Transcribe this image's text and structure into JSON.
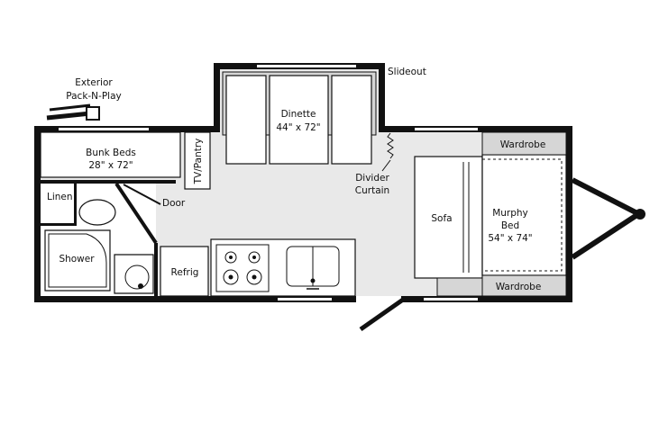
{
  "labels": {
    "exterior_line1": "Exterior",
    "exterior_line2": "Pack-N-Play",
    "slideout": "Slideout",
    "dinette": "Dinette",
    "dinette_size": "44\" x 72\"",
    "bunk": "Bunk Beds",
    "bunk_size": "28\" x 72\"",
    "tv_pantry": "TV/Pantry",
    "linen": "Linen",
    "door": "Door",
    "divider_line1": "Divider",
    "divider_line2": "Curtain",
    "shower": "Shower",
    "refrig": "Refrig",
    "sofa": "Sofa",
    "murphy_line1": "Murphy",
    "murphy_line2": "Bed",
    "murphy_size": "54\" x 74\"",
    "wardrobe_top": "Wardrobe",
    "wardrobe_bottom": "Wardrobe"
  },
  "colors": {
    "wall": "#111111",
    "floor": "#e9e9e9",
    "furniture": "#ffffff",
    "accent_grey": "#d6d6d6"
  }
}
